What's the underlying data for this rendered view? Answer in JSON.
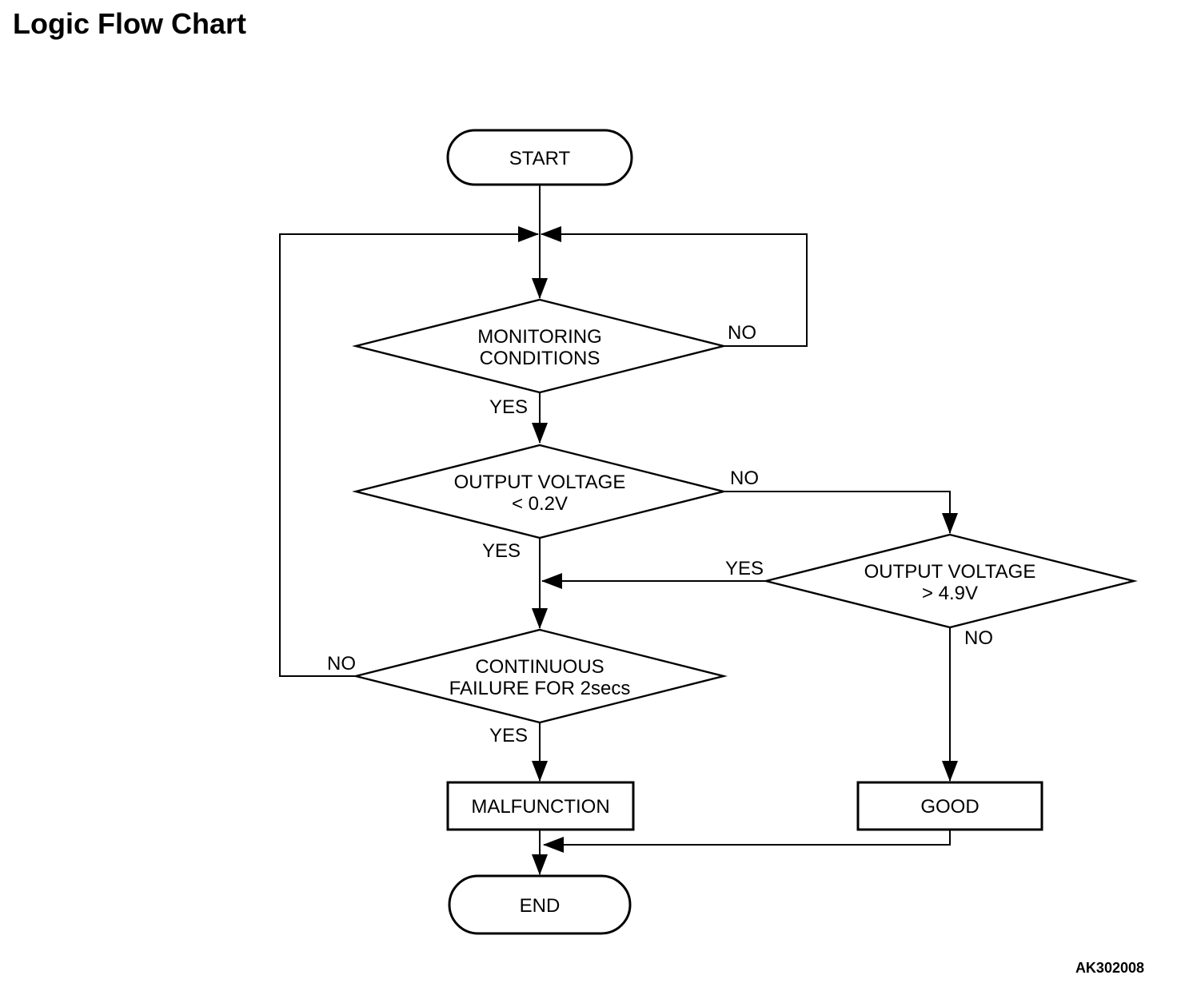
{
  "page": {
    "title": "Logic Flow Chart",
    "figure_code": "AK302008",
    "background_color": "#ffffff",
    "line_color": "#000000"
  },
  "flowchart": {
    "start": {
      "label": "START"
    },
    "decisions": {
      "monitoring": {
        "line1": "MONITORING",
        "line2": "CONDITIONS",
        "yes_label": "YES",
        "no_label": "NO"
      },
      "voltage_low": {
        "line1": "OUTPUT VOLTAGE",
        "line2": "< 0.2V",
        "yes_label": "YES",
        "no_label": "NO"
      },
      "voltage_high": {
        "line1": "OUTPUT VOLTAGE",
        "line2": "> 4.9V",
        "yes_label": "YES",
        "no_label": "NO"
      },
      "continuous_failure": {
        "line1": "CONTINUOUS",
        "line2": "FAILURE FOR 2secs",
        "yes_label": "YES",
        "no_label": "NO"
      }
    },
    "results": {
      "malfunction": {
        "label": "MALFUNCTION"
      },
      "good": {
        "label": "GOOD"
      }
    },
    "end": {
      "label": "END"
    }
  }
}
